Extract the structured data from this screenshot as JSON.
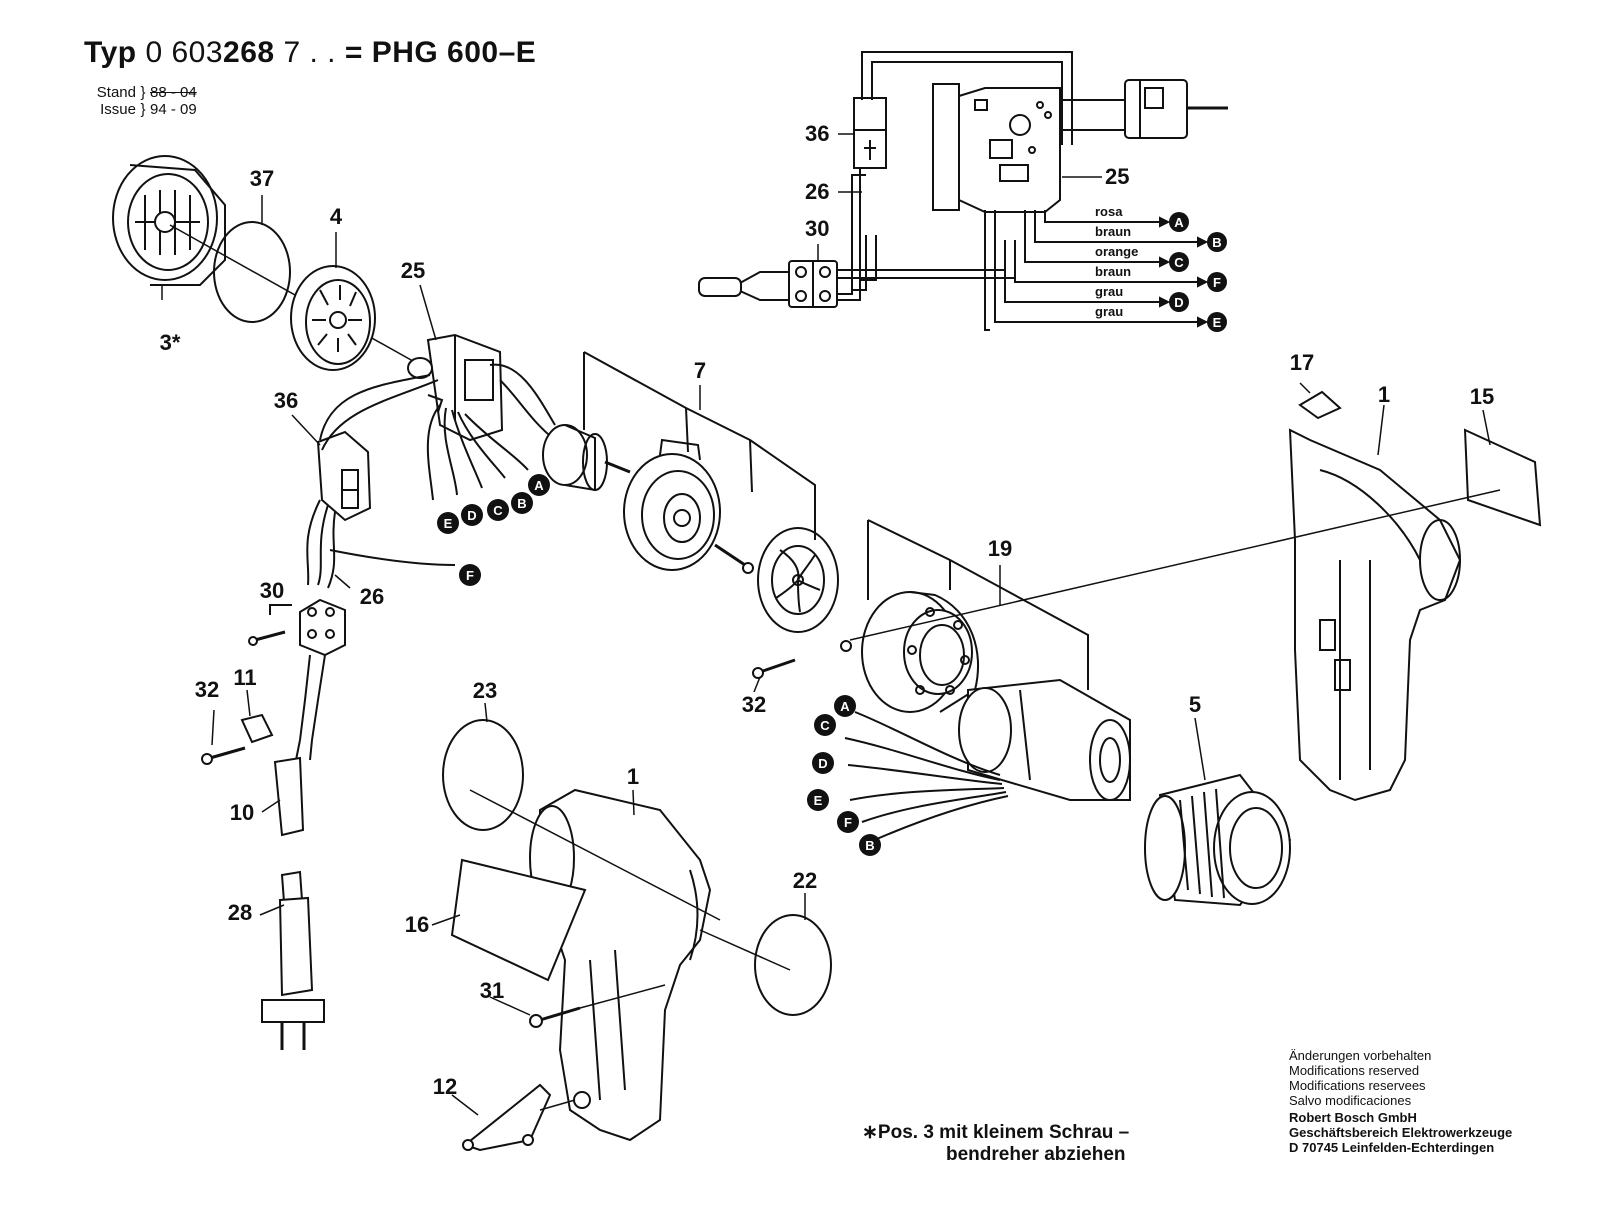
{
  "header": {
    "typ_label": "Typ",
    "part_number_prefix": "0 603",
    "part_number_main": "268",
    "part_number_suffix": "7 . .",
    "equals": "=",
    "model": "PHG 600",
    "model_dash": "–",
    "model_suffix": "E",
    "stand_label": "Stand",
    "stand_value": "88 - 04",
    "issue_label": "Issue",
    "issue_value": "94 - 09"
  },
  "wiring": {
    "wires": [
      {
        "color": "rosa",
        "terminal": "A"
      },
      {
        "color": "braun",
        "terminal": "B"
      },
      {
        "color": "orange",
        "terminal": "C"
      },
      {
        "color": "braun",
        "terminal": "F"
      },
      {
        "color": "grau",
        "terminal": "D"
      },
      {
        "color": "grau",
        "terminal": "E"
      }
    ],
    "part_labels": [
      "36",
      "26",
      "30",
      "25"
    ]
  },
  "part_labels": [
    "37",
    "4",
    "3*",
    "25",
    "36",
    "7",
    "17",
    "1",
    "15",
    "30",
    "26",
    "19",
    "32",
    "11",
    "32",
    "23",
    "5",
    "1",
    "10",
    "28",
    "16",
    "22",
    "31",
    "12"
  ],
  "terminal_markers": {
    "switch_bundle": [
      "A",
      "B",
      "C",
      "D",
      "E"
    ],
    "switch_F": "F",
    "heater_leads": [
      "A",
      "C",
      "D",
      "E",
      "F",
      "B"
    ]
  },
  "footnote": {
    "line1": "∗Pos. 3 mit kleinem Schrau –",
    "line2": "bendreher abziehen"
  },
  "notice": {
    "lines": [
      "Änderungen vorbehalten",
      "Modifications reserved",
      "Modifications reservees",
      "Salvo modificaciones"
    ],
    "company": "Robert Bosch GmbH",
    "division": "Geschäftsbereich Elektrowerkzeuge",
    "address": "D 70745 Leinfelden-Echterdingen"
  }
}
